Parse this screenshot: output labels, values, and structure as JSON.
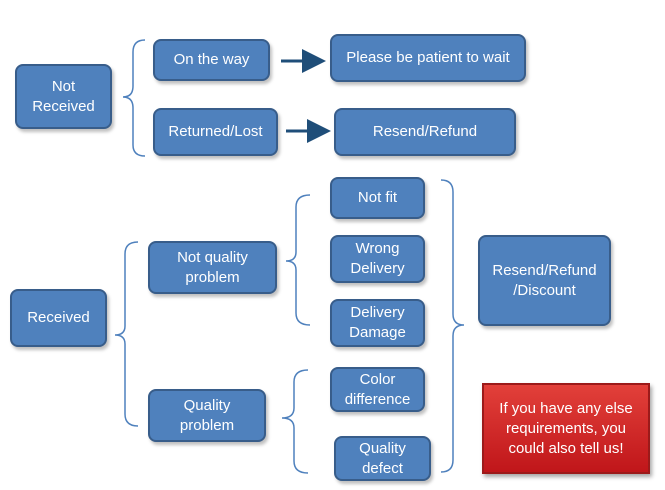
{
  "nodes": {
    "not_received": "Not\nReceived",
    "on_the_way": "On the way",
    "please_wait": "Please be patient to wait",
    "returned_lost": "Returned/Lost",
    "resend_refund": "Resend/Refund",
    "received": "Received",
    "not_quality_problem": "Not quality\nproblem",
    "quality_problem": "Quality\nproblem",
    "not_fit": "Not fit",
    "wrong_delivery": "Wrong\nDelivery",
    "delivery_damage": "Delivery\nDamage",
    "color_difference": "Color\ndifference",
    "quality_defect": "Quality\ndefect",
    "resend_refund_discount": "Resend/Refund\n/Discount"
  },
  "note": "If you have any else\nrequirements, you\ncould also tell us!",
  "colors": {
    "node_fill": "#4f81bd",
    "node_border": "#385d8a",
    "note_fill": "#d62b2b",
    "line": "#4f81bd"
  }
}
